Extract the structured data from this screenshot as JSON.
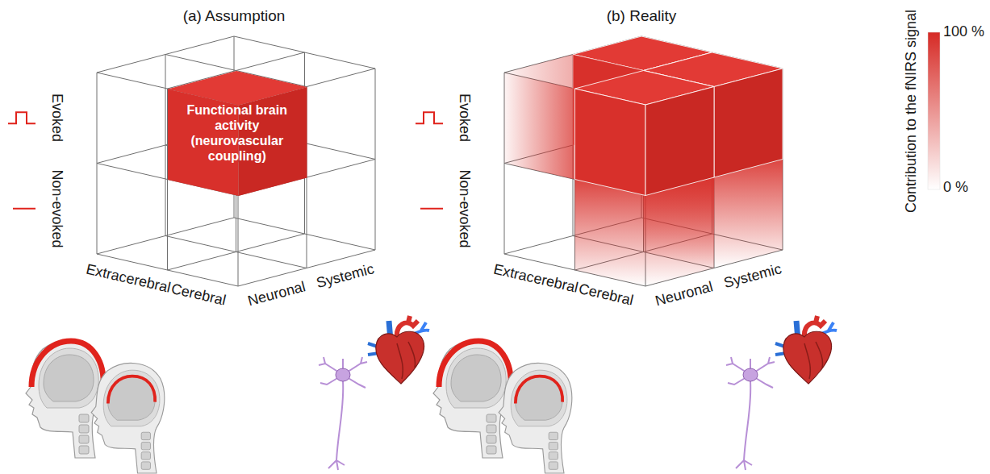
{
  "diagram": {
    "nodes": [
      {
        "text": [
          "Functional brain activity (neurovascular coupling)"
        ]
      }
    ],
    "labels": [
      "(a) Assumption",
      "Evoked",
      "Non-evoked",
      "Extracerebral",
      "Cerebral",
      "Neuronal",
      "Systemic",
      "(b) Reality",
      "Evoked",
      "Non-evoked",
      "Extracerebral",
      "Cerebral",
      "Neuronal",
      "Systemic",
      "Contribution to the fNIRS signal",
      "100 %",
      "0 %"
    ]
  }
}
